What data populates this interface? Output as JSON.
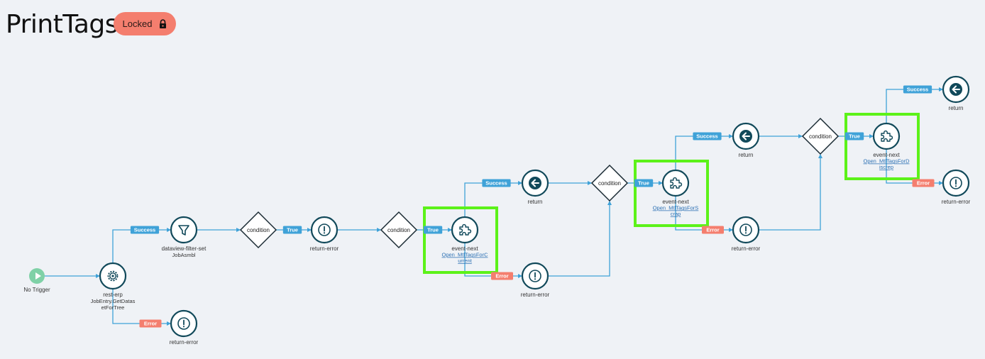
{
  "header": {
    "title": "PrintTags",
    "lock_label": "Locked",
    "lock_icon": "lock-icon"
  },
  "colors": {
    "background": "#eff2f6",
    "badge_locked": "#f47e6e",
    "edge_line": "#3fa2d8",
    "tag_success": "#3fa2d8",
    "tag_true": "#3fa2d8",
    "tag_error": "#f47e6e",
    "node_stroke": "#11495a",
    "start_node": "#7fd1a7",
    "highlight": "#5cf219"
  },
  "flow": {
    "trigger": {
      "label": "No Trigger",
      "icon": "play-icon"
    },
    "nodes": [
      {
        "id": "rest-erp",
        "type": "rest-erp",
        "icon": "gear-icon",
        "label": "rest-erp",
        "sub": [
          "JobEntry.GetDatas",
          "etForTree"
        ]
      },
      {
        "id": "filter",
        "type": "dataview-filter-set",
        "icon": "funnel-icon",
        "label": "dataview-filter-set",
        "sub": [
          "JobAsmbl"
        ]
      },
      {
        "id": "err1",
        "type": "return-error",
        "icon": "alert-icon",
        "label": "return-error"
      },
      {
        "id": "cond1",
        "type": "condition",
        "label": "condition"
      },
      {
        "id": "err2",
        "type": "return-error",
        "icon": "alert-icon",
        "label": "return-error"
      },
      {
        "id": "cond2",
        "type": "condition",
        "label": "condition"
      },
      {
        "id": "ev1",
        "type": "event-next",
        "icon": "puzzle-icon",
        "label": "event-next",
        "link": [
          "Open_MtlTagsForC",
          "urrent"
        ]
      },
      {
        "id": "ret1",
        "type": "return",
        "icon": "back-arrow-icon",
        "label": "return"
      },
      {
        "id": "err3",
        "type": "return-error",
        "icon": "alert-icon",
        "label": "return-error"
      },
      {
        "id": "cond3",
        "type": "condition",
        "label": "condition"
      },
      {
        "id": "ev2",
        "type": "event-next",
        "icon": "puzzle-icon",
        "label": "event-next",
        "link": [
          "Open_MtlTagsForS",
          "crap"
        ]
      },
      {
        "id": "ret2",
        "type": "return",
        "icon": "back-arrow-icon",
        "label": "return"
      },
      {
        "id": "err4",
        "type": "return-error",
        "icon": "alert-icon",
        "label": "return-error"
      },
      {
        "id": "cond4",
        "type": "condition",
        "label": "condition"
      },
      {
        "id": "ev3",
        "type": "event-next",
        "icon": "puzzle-icon",
        "label": "event-next",
        "link": [
          "Open_MtlTagsForD",
          "iscrep"
        ]
      },
      {
        "id": "ret3",
        "type": "return",
        "icon": "back-arrow-icon",
        "label": "return"
      },
      {
        "id": "err5",
        "type": "return-error",
        "icon": "alert-icon",
        "label": "return-error"
      }
    ],
    "edges": [
      {
        "from": "trigger",
        "to": "rest-erp",
        "tag": ""
      },
      {
        "from": "rest-erp",
        "to": "filter",
        "tag": "Success"
      },
      {
        "from": "rest-erp",
        "to": "err1",
        "tag": "Error"
      },
      {
        "from": "filter",
        "to": "cond1",
        "tag": ""
      },
      {
        "from": "cond1",
        "to": "err2",
        "tag": "True"
      },
      {
        "from": "err2",
        "to": "cond2",
        "tag": ""
      },
      {
        "from": "cond2",
        "to": "ev1",
        "tag": "True"
      },
      {
        "from": "ev1",
        "to": "ret1",
        "tag": "Success"
      },
      {
        "from": "ev1",
        "to": "err3",
        "tag": "Error"
      },
      {
        "from": "ret1",
        "to": "cond3",
        "tag": ""
      },
      {
        "from": "err3",
        "to": "cond3",
        "tag": ""
      },
      {
        "from": "cond3",
        "to": "ev2",
        "tag": "True"
      },
      {
        "from": "ev2",
        "to": "ret2",
        "tag": "Success"
      },
      {
        "from": "ev2",
        "to": "err4",
        "tag": "Error"
      },
      {
        "from": "ret2",
        "to": "cond4",
        "tag": ""
      },
      {
        "from": "err4",
        "to": "cond4",
        "tag": ""
      },
      {
        "from": "cond4",
        "to": "ev3",
        "tag": "True"
      },
      {
        "from": "ev3",
        "to": "ret3",
        "tag": "Success"
      },
      {
        "from": "ev3",
        "to": "err5",
        "tag": "Error"
      }
    ],
    "highlighted": [
      "ev1",
      "ev2",
      "ev3"
    ]
  }
}
